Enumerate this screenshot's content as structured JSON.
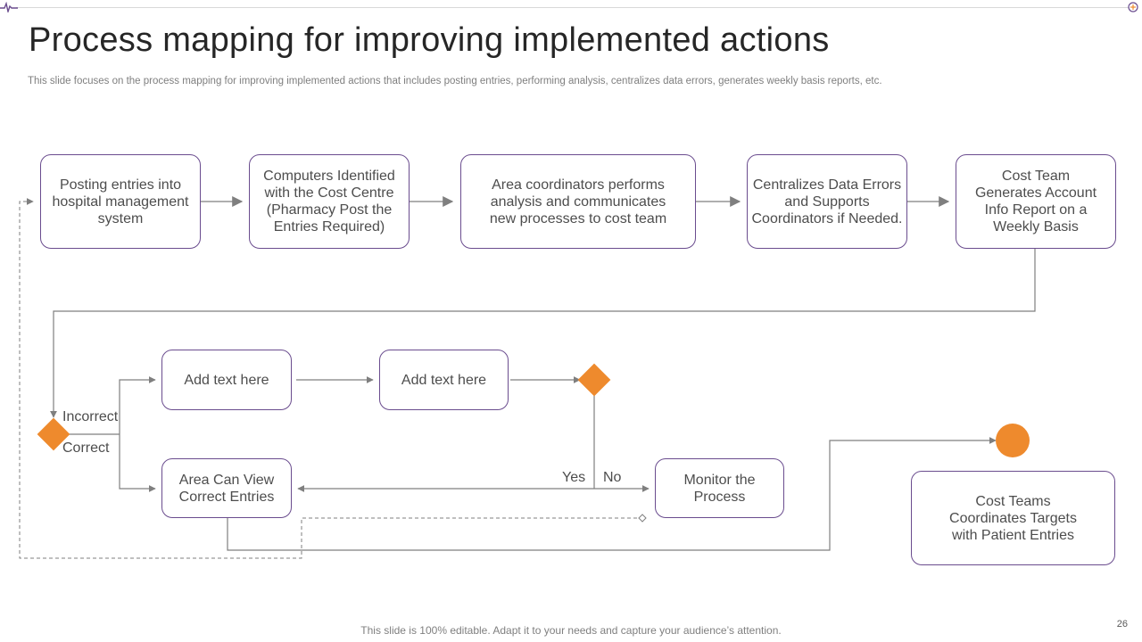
{
  "slide": {
    "title": "Process mapping for improving implemented actions",
    "subtitle": "This slide focuses on the process mapping for improving implemented actions that includes posting entries, performing analysis, centralizes data errors, generates weekly basis reports, etc.",
    "footer": "This slide is 100% editable. Adapt it to your needs and capture your audience’s attention.",
    "page_number": "26"
  },
  "process": {
    "steps": [
      "Posting entries into hospital management system",
      "Computers Identified with the Cost Centre (Pharmacy Post the Entries Required)",
      "Area coordinators performs analysis and communicates new processes to cost team",
      "Centralizes Data Errors and Supports Coordinators if Needed.",
      "Cost Team Generates Account Info Report on a Weekly Basis"
    ]
  },
  "branch": {
    "incorrect_label": "Incorrect",
    "correct_label": "Correct",
    "add_text_1": "Add text here",
    "add_text_2": "Add text here",
    "area_view": "Area Can View Correct Entries",
    "yes_label": "Yes",
    "no_label": "No",
    "monitor": "Monitor the Process",
    "cost_teams": "Cost Teams Coordinates Targets with Patient Entries"
  },
  "colors": {
    "accent_orange": "#ee8a2d",
    "box_border": "#6a4c8e",
    "connector": "#7f7f7f"
  }
}
